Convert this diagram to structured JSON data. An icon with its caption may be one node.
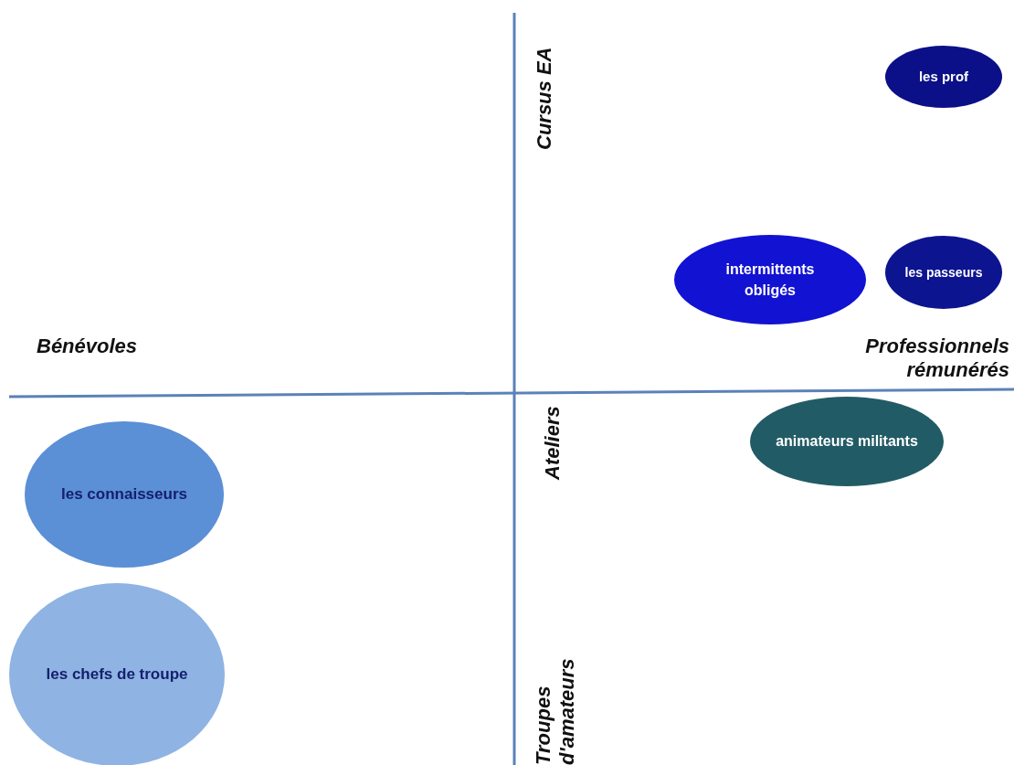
{
  "diagram": {
    "nodes": [
      {
        "text": [
          "les prof"
        ]
      },
      {
        "text": [
          "intermittents obligés"
        ]
      },
      {
        "text": [
          "les passeurs"
        ]
      },
      {
        "text": [
          "animateurs militants"
        ]
      },
      {
        "text": [
          "les connaisseurs"
        ]
      },
      {
        "text": [
          "les chefs de troupe"
        ]
      }
    ],
    "labels": [
      "Cursus EA",
      "Bénévoles",
      "Professionnels rémunérés",
      "Ateliers",
      "Troupes d'amateurs"
    ]
  }
}
